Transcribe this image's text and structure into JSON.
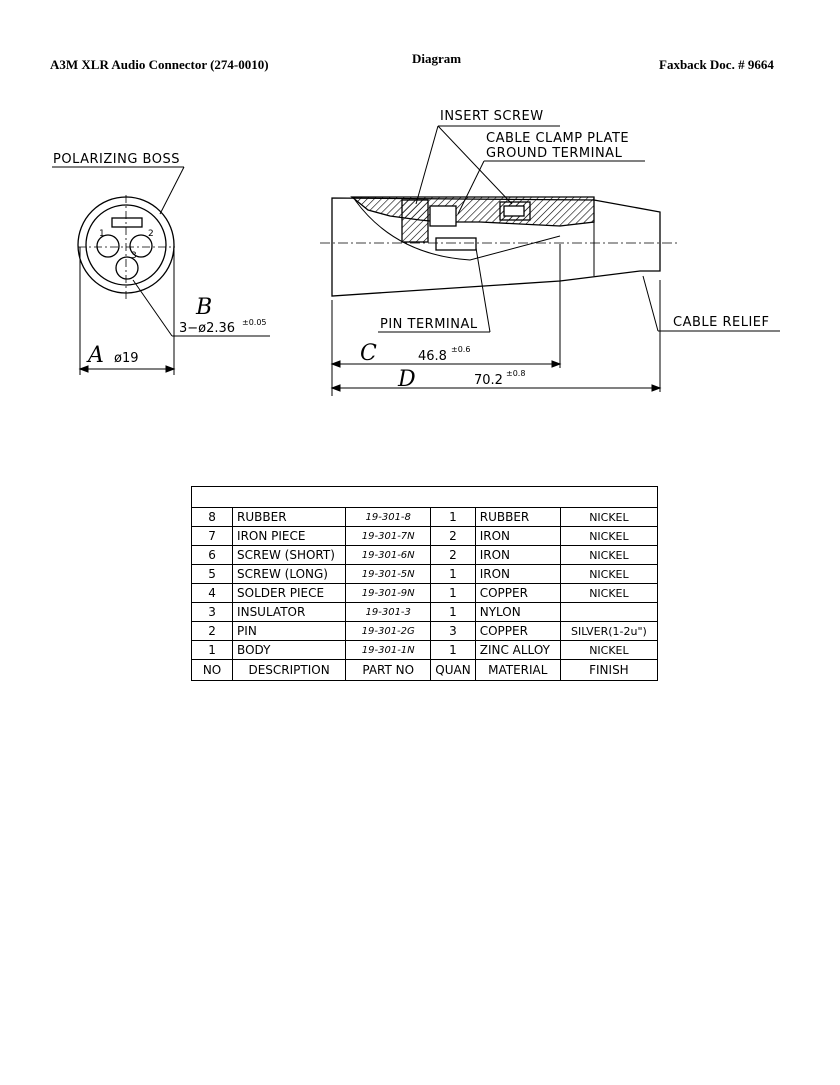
{
  "header": {
    "left": "A3M XLR Audio Connector (274-0010)",
    "center": "Diagram",
    "right": "Faxback Doc. # 9664"
  },
  "diagram": {
    "labels": {
      "polarizing_boss": "POLARIZING BOSS",
      "insert_screw": "INSERT SCREW",
      "cable_clamp_plate": "CABLE CLAMP PLATE",
      "ground_terminal": "GROUND TERMINAL",
      "pin_terminal": "PIN TERMINAL",
      "cable_relief": "CABLE RELIEF"
    },
    "face_pins": {
      "p1": "1",
      "p2": "2",
      "p3": "3"
    },
    "dimensions": {
      "a_letter": "A",
      "a_value": "ø19",
      "b_letter": "B",
      "b_value": "3−ø2.36",
      "b_tol": "±0.05",
      "c_letter": "C",
      "c_value": "46.8",
      "c_tol": "±0.6",
      "d_letter": "D",
      "d_value": "70.2",
      "d_tol": "±0.8"
    }
  },
  "parts_table": {
    "headers": {
      "no": "NO",
      "description": "DESCRIPTION",
      "part_no": "PART NO",
      "quan": "QUAN",
      "material": "MATERIAL",
      "finish": "FINISH"
    },
    "rows": [
      {
        "no": "8",
        "description": "RUBBER",
        "part_no": "19-301-8",
        "quan": "1",
        "material": "RUBBER",
        "finish": "NICKEL"
      },
      {
        "no": "7",
        "description": "IRON PIECE",
        "part_no": "19-301-7N",
        "quan": "2",
        "material": "IRON",
        "finish": "NICKEL"
      },
      {
        "no": "6",
        "description": "SCREW (SHORT)",
        "part_no": "19-301-6N",
        "quan": "2",
        "material": "IRON",
        "finish": "NICKEL"
      },
      {
        "no": "5",
        "description": "SCREW (LONG)",
        "part_no": "19-301-5N",
        "quan": "1",
        "material": "IRON",
        "finish": "NICKEL"
      },
      {
        "no": "4",
        "description": "SOLDER PIECE",
        "part_no": "19-301-9N",
        "quan": "1",
        "material": "COPPER",
        "finish": "NICKEL"
      },
      {
        "no": "3",
        "description": "INSULATOR",
        "part_no": "19-301-3",
        "quan": "1",
        "material": "NYLON",
        "finish": ""
      },
      {
        "no": "2",
        "description": "PIN",
        "part_no": "19-301-2G",
        "quan": "3",
        "material": "COPPER",
        "finish": "SILVER(1-2u\")"
      },
      {
        "no": "1",
        "description": "BODY",
        "part_no": "19-301-1N",
        "quan": "1",
        "material": "ZINC ALLOY",
        "finish": "NICKEL"
      }
    ]
  }
}
